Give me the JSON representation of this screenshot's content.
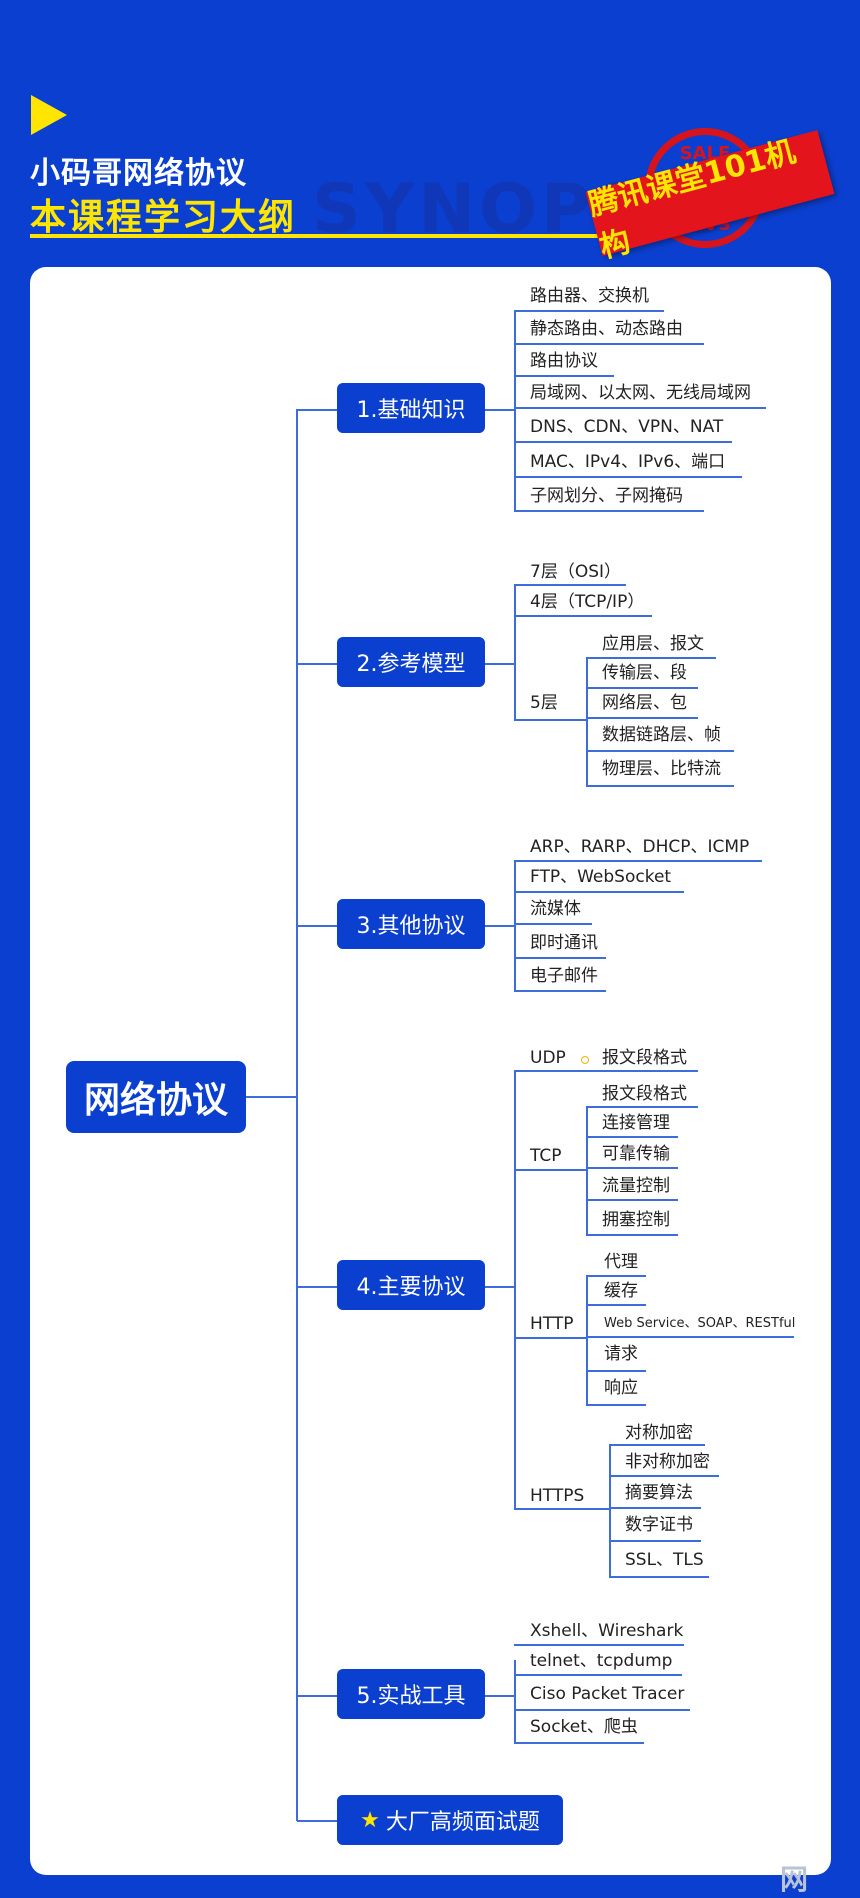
{
  "header": {
    "subtitle": "小码哥网络协议",
    "title": "本课程学习大纲",
    "watermark": "SYNOPSIS",
    "badge": "腾讯课堂101机构",
    "seal_top": "SALE",
    "seal_bottom": "SALE"
  },
  "mindmap": {
    "root": "网络协议",
    "basics": {
      "label": "1.基础知识",
      "items": [
        "路由器、交换机",
        "静态路由、动态路由",
        "路由协议",
        "局域网、以太网、无线局域网",
        "DNS、CDN、VPN、NAT",
        "MAC、IPv4、IPv6、端口",
        "子网划分、子网掩码"
      ]
    },
    "model": {
      "label": "2.参考模型",
      "items": [
        "7层（OSI）",
        "4层（TCP/IP）",
        "5层"
      ],
      "layers5": [
        "应用层、报文",
        "传输层、段",
        "网络层、包",
        "数据链路层、帧",
        "物理层、比特流"
      ]
    },
    "other": {
      "label": "3.其他协议",
      "items": [
        "ARP、RARP、DHCP、ICMP",
        "FTP、WebSocket",
        "流媒体",
        "即时通讯",
        "电子邮件"
      ]
    },
    "main": {
      "label": "4.主要协议",
      "udp": {
        "label": "UDP",
        "items": [
          "报文段格式"
        ]
      },
      "tcp": {
        "label": "TCP",
        "items": [
          "报文段格式",
          "连接管理",
          "可靠传输",
          "流量控制",
          "拥塞控制"
        ]
      },
      "http": {
        "label": "HTTP",
        "items": [
          "代理",
          "缓存",
          "Web Service、SOAP、RESTful",
          "请求",
          "响应"
        ]
      },
      "https": {
        "label": "HTTPS",
        "items": [
          "对称加密",
          "非对称加密",
          "摘要算法",
          "数字证书",
          "SSL、TLS"
        ]
      }
    },
    "tools": {
      "label": "5.实战工具",
      "items": [
        "Xshell、Wireshark",
        "telnet、tcpdump",
        "Ciso Packet Tracer",
        "Socket、爬虫"
      ]
    },
    "interview": {
      "label": "大厂高频面试题"
    }
  },
  "footer": {
    "watermark": "网"
  },
  "colors": {
    "background": "#0b3fcf",
    "accent": "#ffe500",
    "badge": "#e3141c",
    "line": "#3d6ddb"
  }
}
